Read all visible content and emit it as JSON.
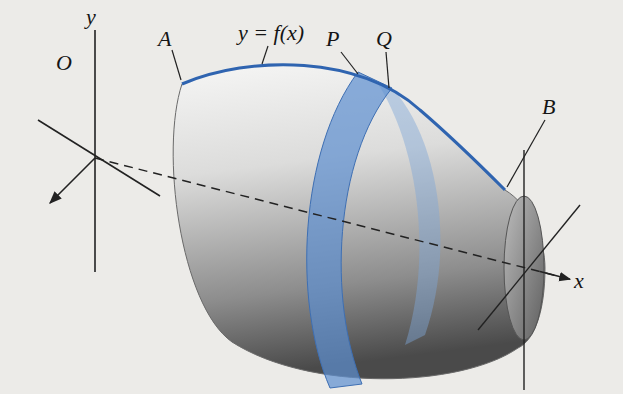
{
  "diagram": {
    "labels": [
      "y",
      "A",
      "y = f(x)",
      "P",
      "Q",
      "B",
      "O",
      "x"
    ]
  }
}
